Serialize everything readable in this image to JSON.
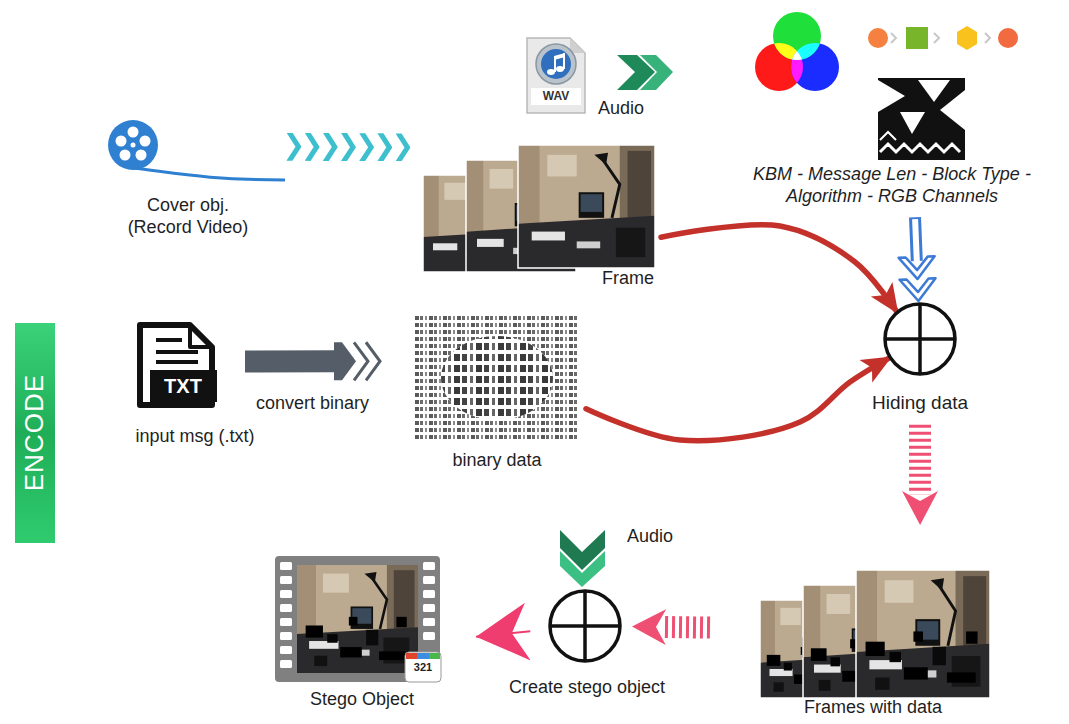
{
  "diagram": {
    "nodes": [
      {
        "text": [
          "ENCODE"
        ]
      },
      {
        "text": [
          "WAV"
        ]
      },
      {
        "text": [
          "KBM - Message Len - Block Type - Algorithm - RGB Channels"
        ]
      },
      {
        "text": [
          "Cover obj. (Record Video)"
        ]
      },
      {
        "text": [
          "Frame"
        ]
      },
      {
        "text": [
          "TXT",
          "input msg (.txt)"
        ]
      },
      {
        "text": [
          "binary data"
        ]
      },
      {
        "text": [
          "Hiding data"
        ]
      },
      {
        "text": [
          "Frames with data"
        ]
      },
      {
        "text": [
          "Create stego object"
        ]
      },
      {
        "text": [
          "Stego Object"
        ]
      }
    ],
    "edges": [
      {
        "from": 3,
        "to": 4,
        "arrow": "to"
      },
      {
        "from": 4,
        "to": 7,
        "arrow": "to"
      },
      {
        "from": 6,
        "to": 7,
        "arrow": "to"
      },
      {
        "from": 5,
        "to": 6,
        "label": "convert binary",
        "arrow": "to"
      },
      {
        "from": 2,
        "to": 7,
        "arrow": "to"
      },
      {
        "from": 7,
        "to": 8,
        "arrow": "to"
      },
      {
        "from": 8,
        "to": 9,
        "arrow": "to"
      },
      {
        "from": 9,
        "to": 10,
        "arrow": "to"
      }
    ],
    "labels": [
      "Audio",
      "Audio",
      "321"
    ]
  }
}
